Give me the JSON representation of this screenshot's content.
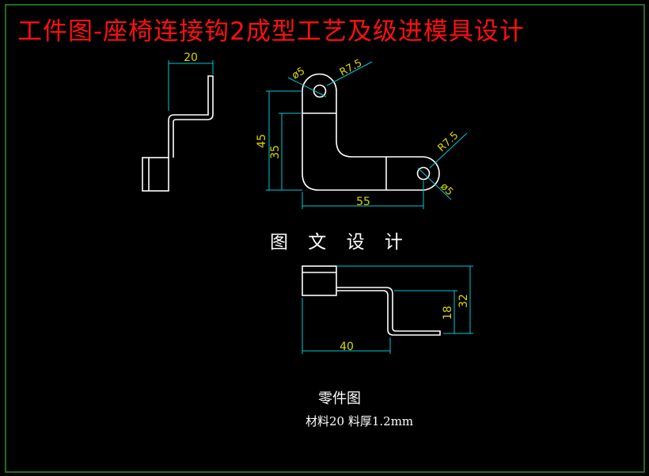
{
  "title": "工件图-座椅连接钩2成型工艺及级进模具设计",
  "section_design": "图 文 设 计",
  "section_part": "零件图",
  "material_note": "材料20  料厚1.2mm",
  "dimensions": {
    "side_width": "20",
    "hole_dia_top": "ø5",
    "radius_top": "R7.5",
    "height_45": "45",
    "height_35": "35",
    "radius_right": "R7.5",
    "hole_dia_right": "ø5",
    "length_55": "55",
    "front_height_32": "32",
    "front_height_18": "18",
    "front_length_40": "40"
  },
  "colors": {
    "background": "#000000",
    "title": "#ff1010",
    "geometry": "#ffffff",
    "dimension_line": "#00c8d8",
    "dimension_text": "#d8d800",
    "frame": "#2f8f2f"
  }
}
